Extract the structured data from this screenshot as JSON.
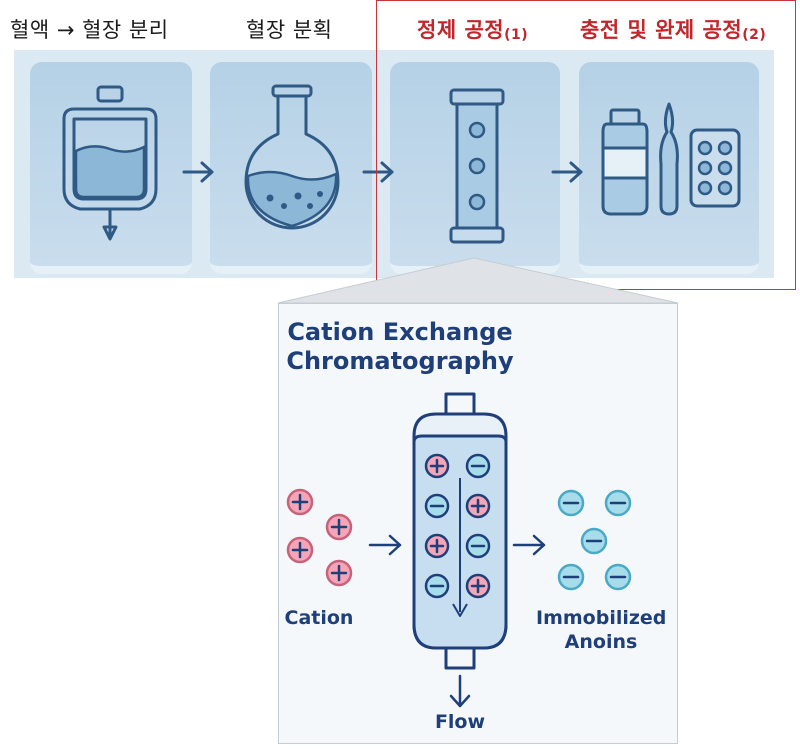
{
  "steps": [
    {
      "label": "혈액 → 혈장 분리",
      "sub": "",
      "highlight": false
    },
    {
      "label": "혈장 분획",
      "sub": "",
      "highlight": false
    },
    {
      "label": "정제 공정",
      "sub": "(1)",
      "highlight": true
    },
    {
      "label": "충전 및 완제 공정",
      "sub": "(2)",
      "highlight": true
    }
  ],
  "icons": [
    "blood-bag-icon",
    "flask-icon",
    "column-icon",
    "vial-ampoule-pills-icon"
  ],
  "detail": {
    "title_line1": "Cation Exchange",
    "title_line2": "Chromatography",
    "left_label": "Cation",
    "right_label_line1": "Immobilized",
    "right_label_line2": "Anoins",
    "bottom_label": "Flow"
  },
  "colors": {
    "highlight_red": "#c0262b",
    "navy": "#1f3f7a",
    "cation_pink": "#f4a6b8",
    "anion_cyan": "#a7ddea",
    "card_blue": "#b5d1e6"
  }
}
